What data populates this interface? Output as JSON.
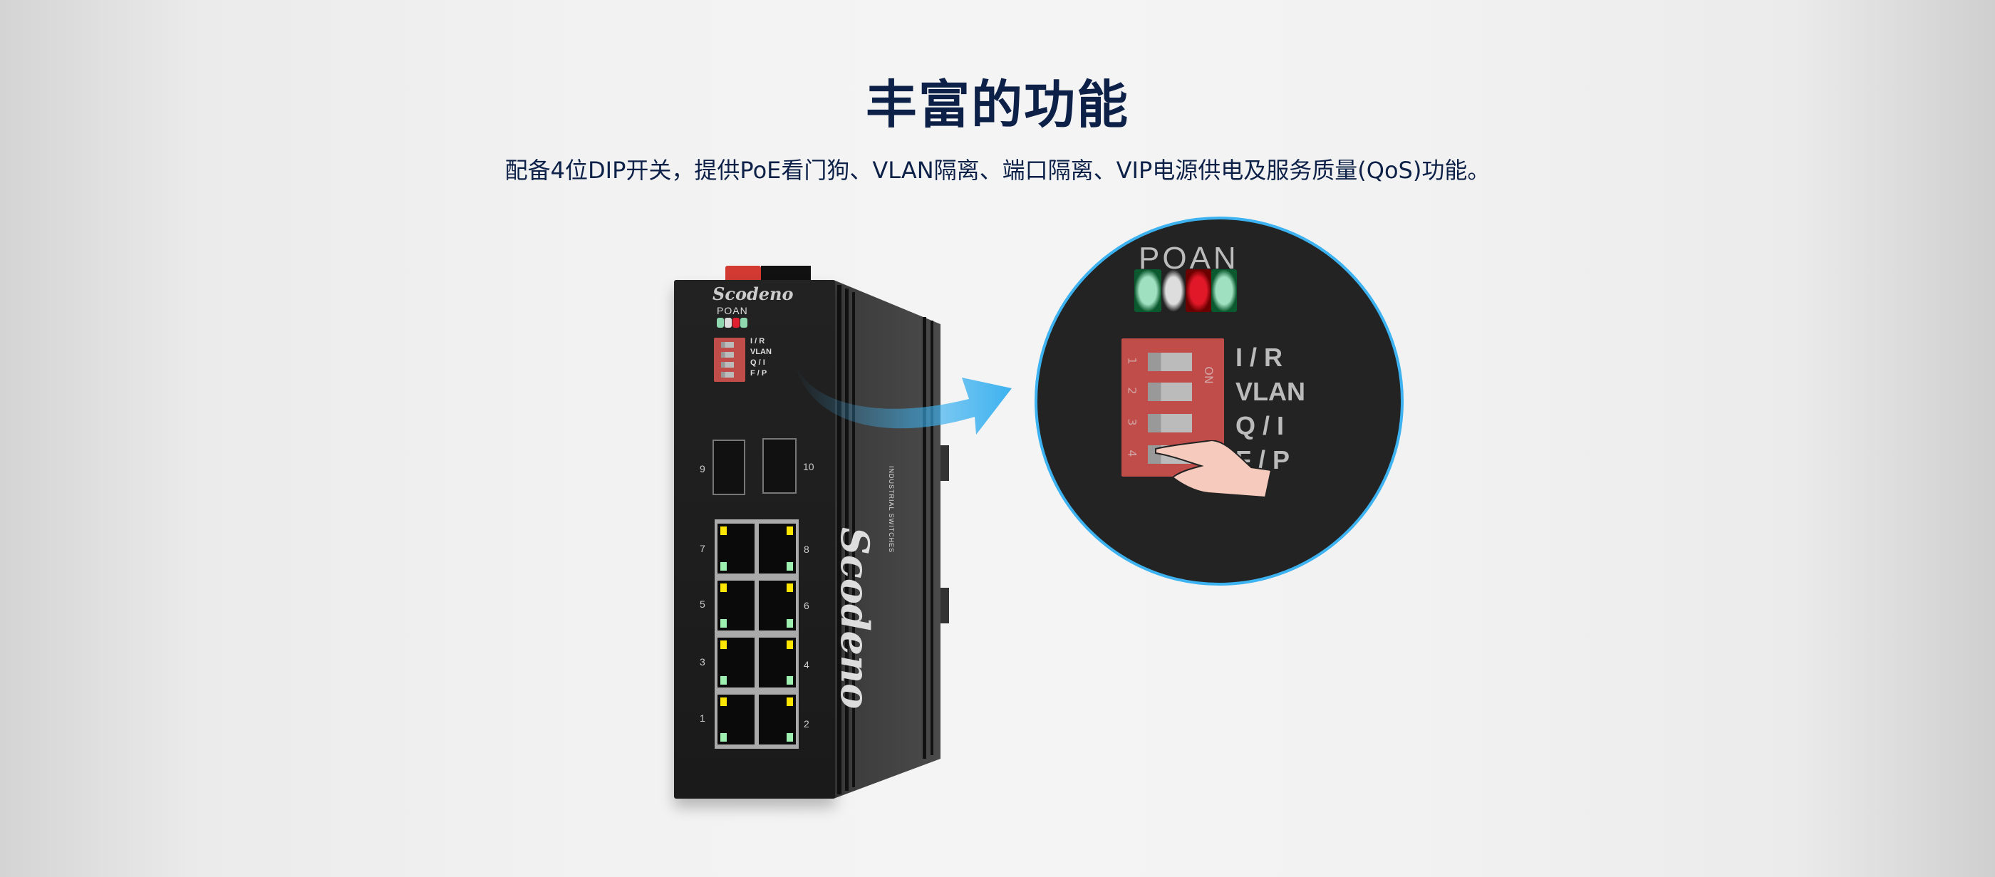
{
  "header": {
    "title": "丰富的功能",
    "subtitle": "配备4位DIP开关，提供PoE看门狗、VLAN隔离、端口隔离、VIP电源供电及服务质量(QoS)功能。"
  },
  "device": {
    "brand": "Scodeno",
    "side_brand": "Scodeno",
    "side_tagline": "INDUSTRIAL SWITCHES",
    "led_labels": "POAN",
    "dip_labels": [
      "I / R",
      "VLAN",
      "Q / I",
      "F / P"
    ],
    "sfp_ports": [
      "9",
      "10"
    ],
    "rj45_left": [
      "7",
      "5",
      "3",
      "1"
    ],
    "rj45_right": [
      "8",
      "6",
      "4",
      "2"
    ]
  },
  "zoom": {
    "led_labels": "POAN",
    "dip_numbers": [
      "1",
      "2",
      "3",
      "4"
    ],
    "dip_on": "ON",
    "dip_labels": [
      "I / R",
      "VLAN",
      "Q / I",
      "F / P"
    ]
  },
  "colors": {
    "title": "#0d2148",
    "accent": "#3db2f0",
    "dip": "#c14d4b"
  }
}
